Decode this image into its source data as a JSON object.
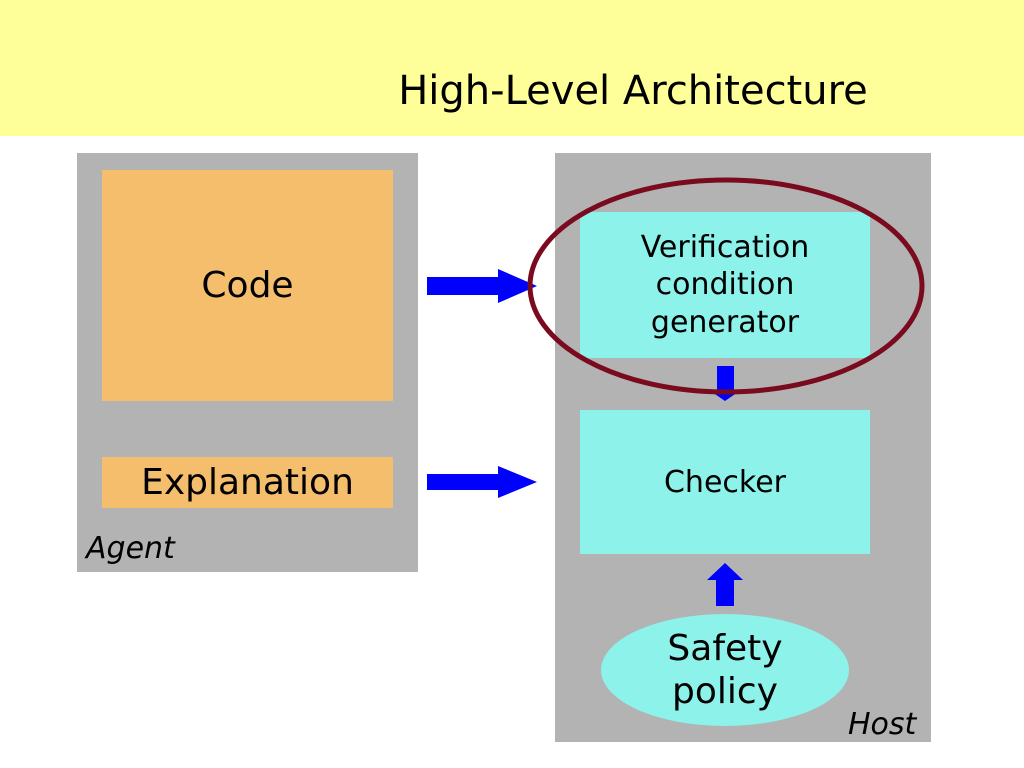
{
  "title": "High-Level Architecture",
  "agent": {
    "label": "Agent",
    "code": "Code",
    "explanation": "Explanation"
  },
  "host": {
    "label": "Host",
    "vcg": "Verification\ncondition\ngenerator",
    "checker": "Checker",
    "safety_policy": "Safety\npolicy"
  },
  "colors": {
    "title_bar": "#ffff99",
    "panel": "#b3b3b3",
    "agent_box": "#f5be6c",
    "host_box": "#8cf2ea",
    "arrow": "#0000ff",
    "highlight_ellipse": "#7a0a1e"
  }
}
